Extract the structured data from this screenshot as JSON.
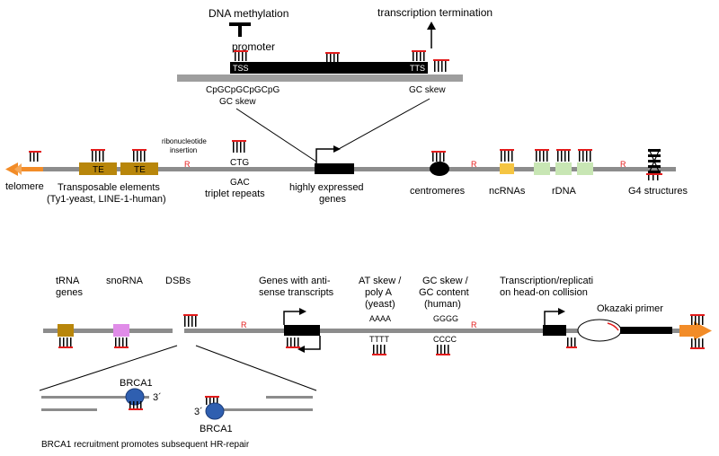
{
  "colors": {
    "track": "#8c8c8c",
    "gene_body": "#000000",
    "red_bar": "#e31b1b",
    "te_box": "#b8860b",
    "ncrna_box": "#f5c542",
    "rdna_box": "#c8e6b4",
    "trna_box": "#b8860b",
    "snorna_box": "#e08ce8",
    "arrow_orange": "#f28c28",
    "brca1": "#2f5fb0"
  },
  "top_inset": {
    "dna_methylation": "DNA methylation",
    "promoter": "promoter",
    "transcription_termination": "transcription termination",
    "tss": "TSS",
    "tts": "TTS",
    "cpg": "CpGCpGCpGCpG",
    "gc_skew_left": "GC skew",
    "gc_skew_right": "GC skew"
  },
  "row1": {
    "telomere": "telomere",
    "te_box_1": "TE",
    "te_box_2": "TE",
    "transposable_elements": "Transposable elements",
    "transposable_examples": "(Ty1-yeast, LINE-1-human)",
    "ribonucleotide_1": "ribonucleotide",
    "ribonucleotide_2": "insertion",
    "r_marker_1": "R",
    "ctg": "CTG",
    "gac": "GAC",
    "triplet_repeats": "triplet repeats",
    "highly_expressed_1": "highly expressed",
    "highly_expressed_2": "genes",
    "centromeres": "centromeres",
    "r_marker_2": "R",
    "ncrnas": "ncRNAs",
    "rdna": "rDNA",
    "r_marker_3": "R",
    "g4_structures": "G4 structures"
  },
  "row2": {
    "trna_1": "tRNA",
    "trna_2": "genes",
    "snorna": "snoRNA",
    "dsbs": "DSBs",
    "r_marker_1": "R",
    "antisense_1": "Genes with anti-",
    "antisense_2": "sense transcripts",
    "at_skew_1": "AT skew /",
    "at_skew_2": "poly A",
    "at_skew_3": "(yeast)",
    "aaaa": "AAAA",
    "tttt": "TTTT",
    "gc_skew_1": "GC skew /",
    "gc_skew_2": "GC content",
    "gc_skew_3": "(human)",
    "gggg": "GGGG",
    "cccc": "CCCC",
    "r_marker_2": "R",
    "collision_1": "Transcription/replicati",
    "collision_2": "on head-on collision",
    "okazaki": "Okazaki primer"
  },
  "bottom_inset": {
    "brca1_top": "BRCA1",
    "three_prime_top": "3´",
    "three_prime_bottom": "3´",
    "brca1_bottom": "BRCA1",
    "caption": "BRCA1 recruitment promotes subsequent HR-repair"
  }
}
